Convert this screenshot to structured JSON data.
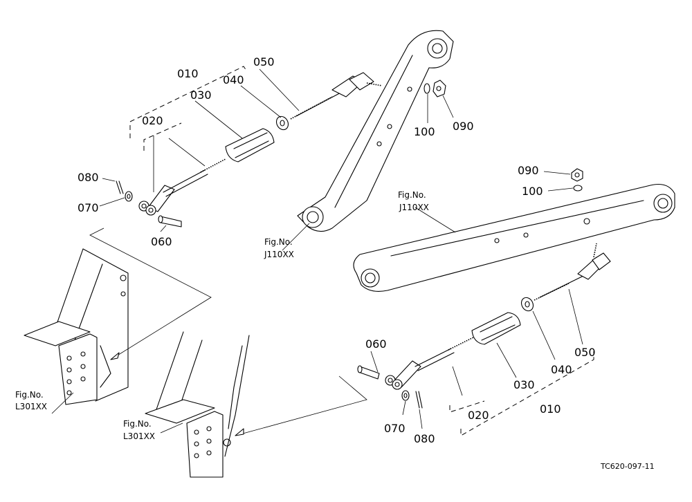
{
  "part_labels": {
    "p010_a": "010",
    "p020_a": "020",
    "p030_a": "030",
    "p040_a": "040",
    "p050_a": "050",
    "p060_a": "060",
    "p070_a": "070",
    "p080_a": "080",
    "p090_a": "090",
    "p100_a": "100",
    "p010_b": "010",
    "p020_b": "020",
    "p030_b": "030",
    "p040_b": "040",
    "p050_b": "050",
    "p060_b": "060",
    "p070_b": "070",
    "p080_b": "080",
    "p090_b": "090",
    "p100_b": "100"
  },
  "figure_refs": {
    "fig_no": "Fig.No.",
    "j110": "J110XX",
    "l301": "L301XX"
  },
  "document_id": "TC620-097-11"
}
